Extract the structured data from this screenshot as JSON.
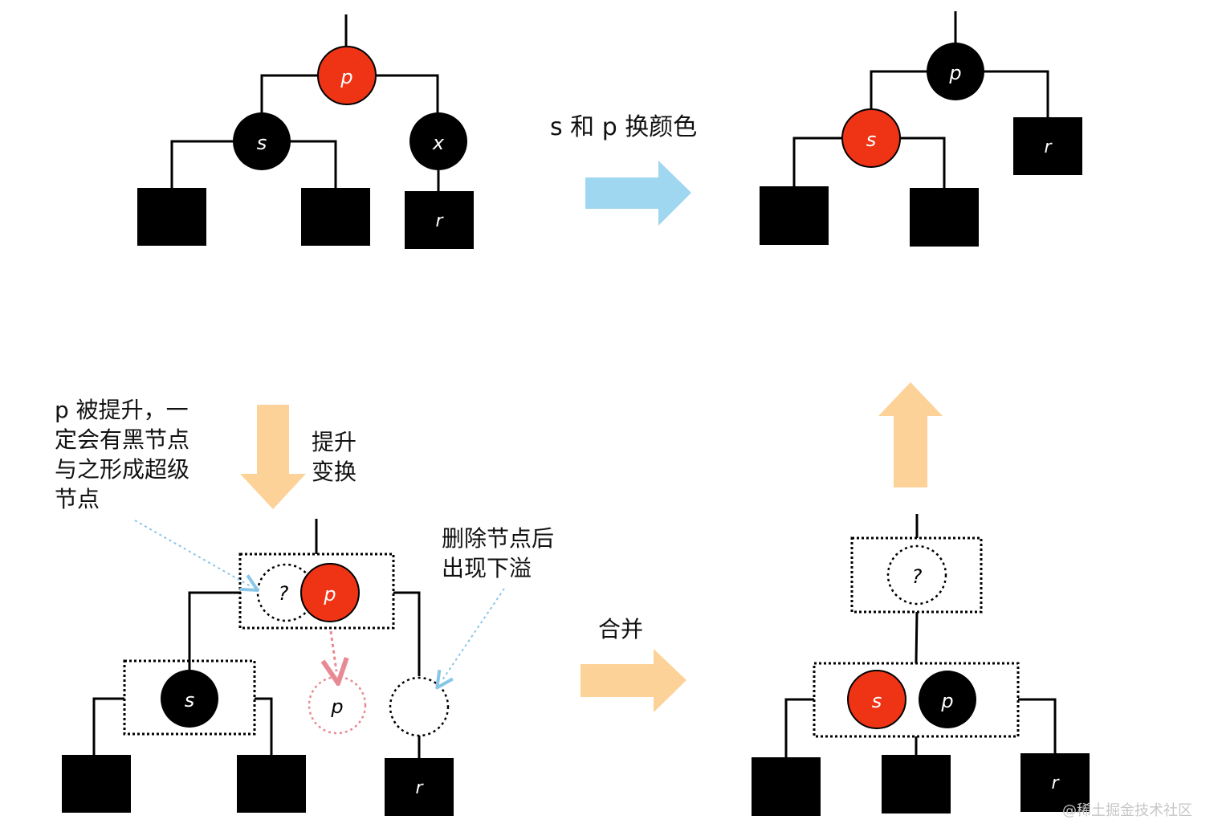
{
  "labels": {
    "p": "p",
    "s": "s",
    "x": "x",
    "r": "r",
    "q": "?"
  },
  "captions": {
    "swap_colors": "s 和 p 换颜色",
    "promote_transform_line1": "提升",
    "promote_transform_line2": "变换",
    "annotation_line1": "p 被提升，一",
    "annotation_line2": "定会有黑节点",
    "annotation_line3": "与之形成超级",
    "annotation_line4": "节点",
    "underflow_line1": "删除节点后",
    "underflow_line2": "出现下溢",
    "merge": "合并"
  },
  "watermark": "@稀土掘金技术社区",
  "colors": {
    "red_node": "#ef3416",
    "black_node": "#000000",
    "blue_arrow": "#9fd6f0",
    "orange_arrow": "#fdd298",
    "pink_dotted": "#e88a94",
    "blue_dotted": "#88c6e8"
  }
}
